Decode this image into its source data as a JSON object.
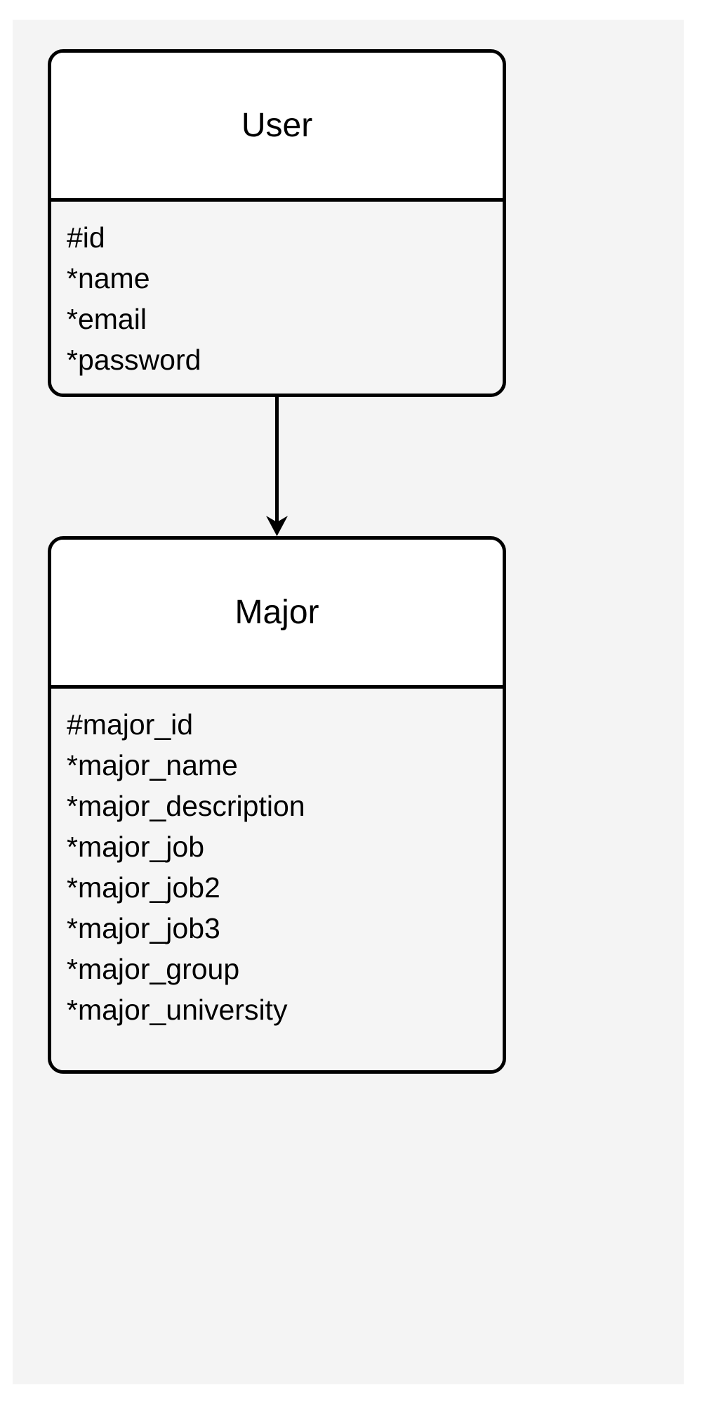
{
  "diagram": {
    "type": "entity-relationship-diagram",
    "canvas_background": "#f4f4f4",
    "page_background": "#ffffff",
    "line_color": "#000000",
    "entities": [
      {
        "id": "user",
        "title": "User",
        "title_background": "#ffffff",
        "body_background": "#f5f5f5",
        "attributes": [
          "#id",
          "*name",
          "*email",
          "*password"
        ]
      },
      {
        "id": "major",
        "title": "Major",
        "title_background": "#ffffff",
        "body_background": "#f5f5f5",
        "attributes": [
          "#major_id",
          "*major_name",
          "*major_description",
          "*major_job",
          "*major_job2",
          "*major_job3",
          "*major_group",
          "*major_university"
        ]
      }
    ],
    "connectors": [
      {
        "id": "user-to-major",
        "from": "user",
        "to": "major",
        "direction": "down",
        "arrowhead": "open-barbed",
        "style": "solid"
      }
    ]
  }
}
